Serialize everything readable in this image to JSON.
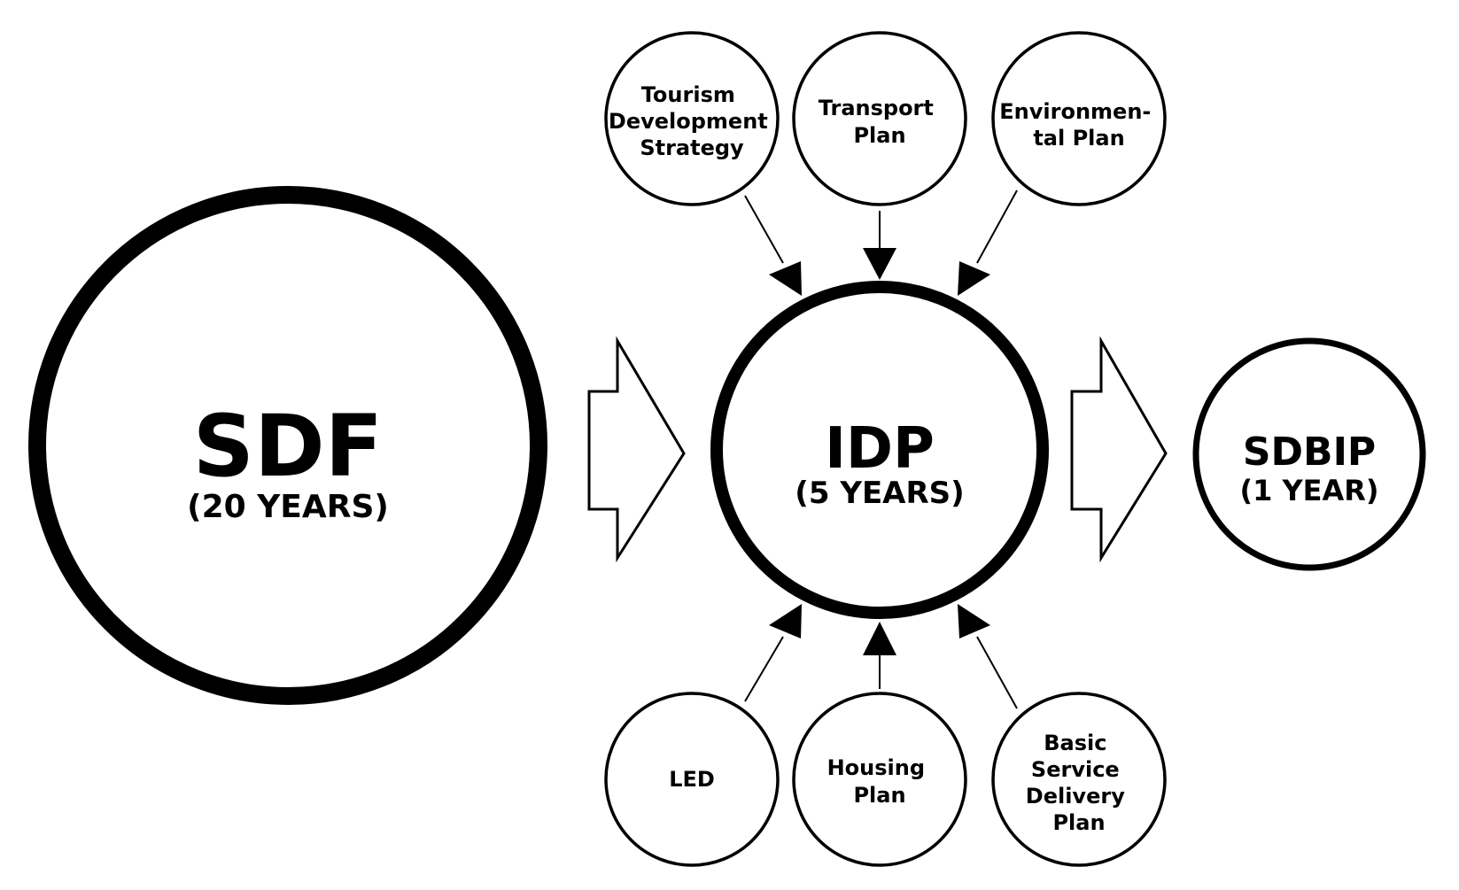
{
  "main": {
    "sdf": {
      "title": "SDF",
      "subtitle": "(20 YEARS)"
    },
    "idp": {
      "title": "IDP",
      "subtitle": "(5 YEARS)"
    },
    "sdbip": {
      "title": "SDBIP",
      "subtitle": "(1 YEAR)"
    }
  },
  "top_plans": [
    {
      "lines": [
        "Tourism",
        "Development",
        "Strategy"
      ]
    },
    {
      "lines": [
        "Transport",
        "Plan"
      ]
    },
    {
      "lines": [
        "Environmen-",
        "tal Plan"
      ]
    }
  ],
  "bottom_plans": [
    {
      "lines": [
        "LED"
      ]
    },
    {
      "lines": [
        "Housing",
        "Plan"
      ]
    },
    {
      "lines": [
        "Basic",
        "Service",
        "Delivery",
        "Plan"
      ]
    }
  ]
}
